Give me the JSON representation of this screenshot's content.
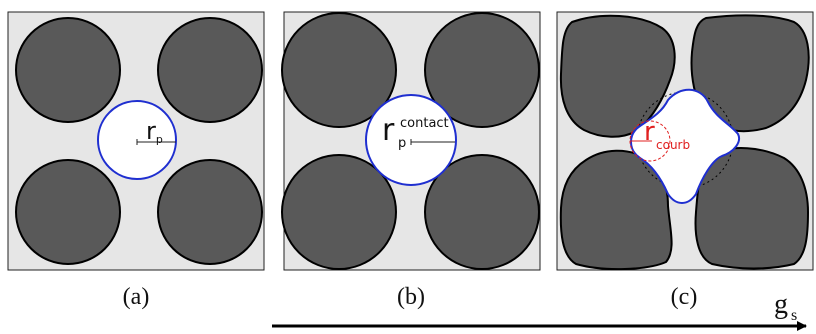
{
  "panels": [
    {
      "caption": "(a)",
      "pore_label": "r",
      "pore_subscript": "p"
    },
    {
      "caption": "(b)",
      "pore_label": "r",
      "pore_subscript": "p",
      "pore_superscript": "contact"
    },
    {
      "caption": "(c)",
      "pore_label": "r",
      "pore_subscript": "courb"
    }
  ],
  "axis": {
    "label": "g",
    "subscript": "s"
  },
  "colors": {
    "background": "#e6e6e6",
    "grain": "#595959",
    "pore_outline": "#1f2fd0",
    "curvature": "#e02020",
    "arrow": "#000000"
  }
}
